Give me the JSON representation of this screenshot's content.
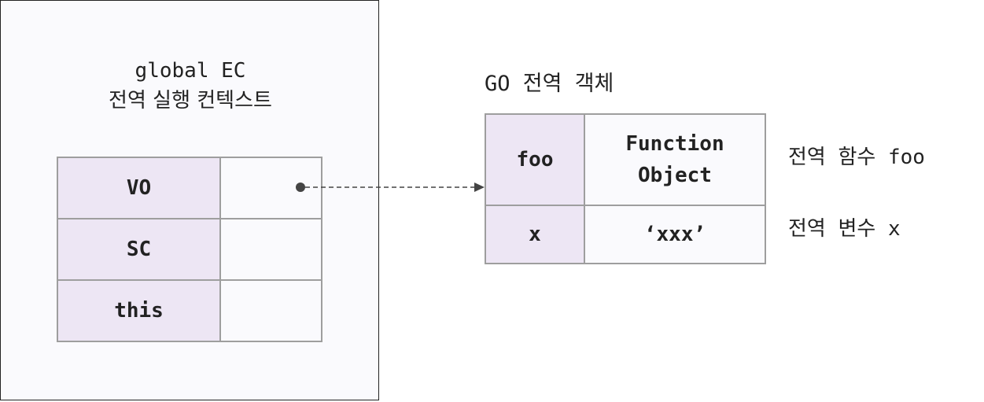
{
  "execution_context": {
    "title_line1": "global EC",
    "title_line2": "전역 실행 컨텍스트",
    "rows": [
      {
        "key": "VO",
        "value": ""
      },
      {
        "key": "SC",
        "value": ""
      },
      {
        "key": "this",
        "value": ""
      }
    ]
  },
  "global_object": {
    "title": "GO 전역 객체",
    "rows": [
      {
        "key": "foo",
        "value_line1": "Function",
        "value_line2": "Object",
        "note": "전역 함수 foo"
      },
      {
        "key": "x",
        "value_line1": "‘xxx’",
        "value_line2": "",
        "note": "전역 변수 x"
      }
    ]
  },
  "colors": {
    "key_cell_fill": "#ede6f4",
    "value_cell_fill": "#fafafd",
    "cell_border": "#9e9e9e",
    "frame_border": "#222222",
    "arrow": "#444444"
  }
}
